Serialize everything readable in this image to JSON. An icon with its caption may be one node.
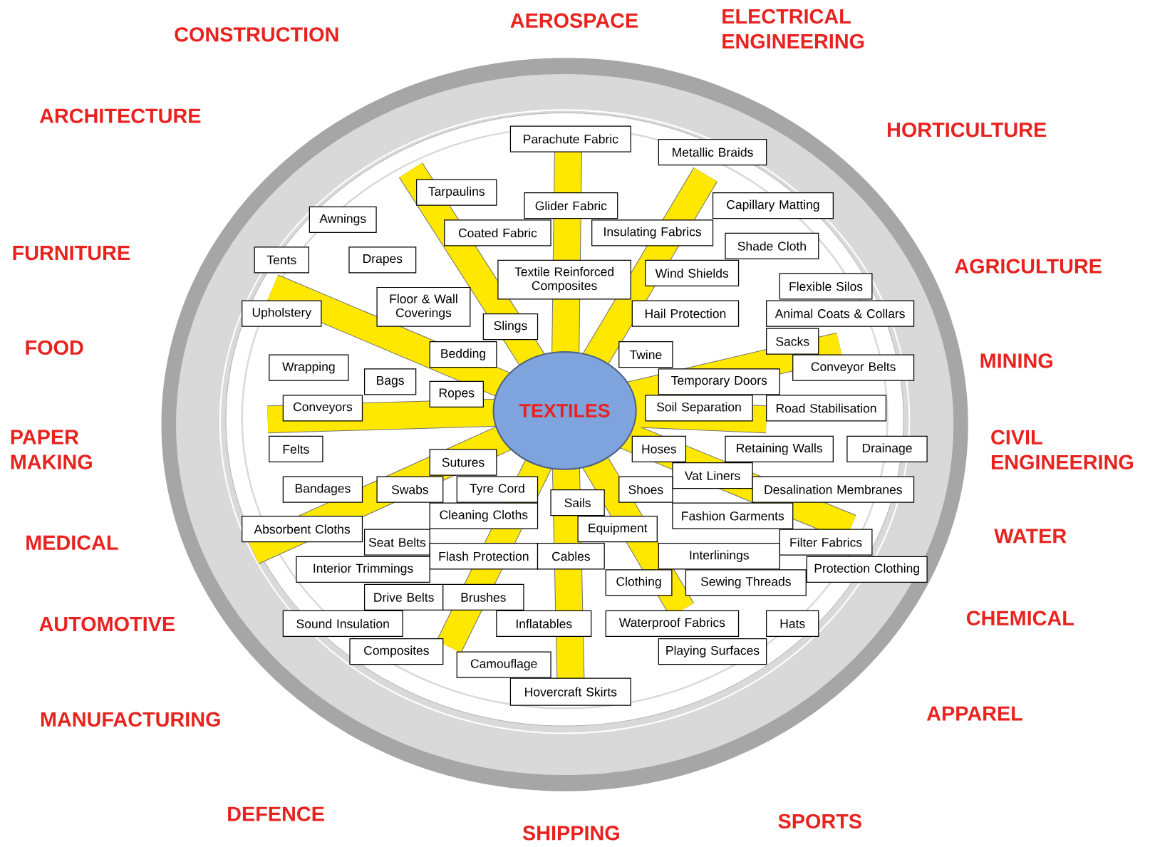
{
  "diagram": {
    "nodes": [
      {
        "text": [
          "TEXTILES"
        ]
      },
      {
        "text": [
          "Parachute Fabric"
        ]
      },
      {
        "text": [
          "Metallic Braids"
        ]
      },
      {
        "text": [
          "Tarpaulins"
        ]
      },
      {
        "text": [
          "Glider Fabric"
        ]
      },
      {
        "text": [
          "Capillary Matting"
        ]
      },
      {
        "text": [
          "Awnings"
        ]
      },
      {
        "text": [
          "Coated Fabric"
        ]
      },
      {
        "text": [
          "Insulating Fabrics"
        ]
      },
      {
        "text": [
          "Shade Cloth"
        ]
      },
      {
        "text": [
          "Tents"
        ]
      },
      {
        "text": [
          "Drapes"
        ]
      },
      {
        "text": [
          "Textile Reinforced Composites"
        ]
      },
      {
        "text": [
          "Wind Shields"
        ]
      },
      {
        "text": [
          "Flexible Silos"
        ]
      },
      {
        "text": [
          "Floor & Wall Coverings"
        ]
      },
      {
        "text": [
          "Upholstery"
        ]
      },
      {
        "text": [
          "Hail Protection"
        ]
      },
      {
        "text": [
          "Animal Coats & Collars"
        ]
      },
      {
        "text": [
          "Slings"
        ]
      },
      {
        "text": [
          "Sacks"
        ]
      },
      {
        "text": [
          "Bedding"
        ]
      },
      {
        "text": [
          "Twine"
        ]
      },
      {
        "text": [
          "Wrapping"
        ]
      },
      {
        "text": [
          "Conveyor Belts"
        ]
      },
      {
        "text": [
          "Bags"
        ]
      },
      {
        "text": [
          "Temporary Doors"
        ]
      },
      {
        "text": [
          "Ropes"
        ]
      },
      {
        "text": [
          "Conveyors"
        ]
      },
      {
        "text": [
          "Soil Separation"
        ]
      },
      {
        "text": [
          "Road Stabilisation"
        ]
      },
      {
        "text": [
          "Felts"
        ]
      },
      {
        "text": [
          "Hoses"
        ]
      },
      {
        "text": [
          "Retaining Walls"
        ]
      },
      {
        "text": [
          "Drainage"
        ]
      },
      {
        "text": [
          "Sutures"
        ]
      },
      {
        "text": [
          "Vat Liners"
        ]
      },
      {
        "text": [
          "Bandages"
        ]
      },
      {
        "text": [
          "Swabs"
        ]
      },
      {
        "text": [
          "Tyre Cord"
        ]
      },
      {
        "text": [
          "Shoes"
        ]
      },
      {
        "text": [
          "Desalination Membranes"
        ]
      },
      {
        "text": [
          "Sails"
        ]
      },
      {
        "text": [
          "Cleaning Cloths"
        ]
      },
      {
        "text": [
          "Fashion Garments"
        ]
      },
      {
        "text": [
          "Absorbent Cloths"
        ]
      },
      {
        "text": [
          "Equipment"
        ]
      },
      {
        "text": [
          "Seat Belts"
        ]
      },
      {
        "text": [
          "Filter Fabrics"
        ]
      },
      {
        "text": [
          "Flash Protection"
        ]
      },
      {
        "text": [
          "Cables"
        ]
      },
      {
        "text": [
          "Interlinings"
        ]
      },
      {
        "text": [
          "Interior Trimmings"
        ]
      },
      {
        "text": [
          "Protection Clothing"
        ]
      },
      {
        "text": [
          "Clothing"
        ]
      },
      {
        "text": [
          "Sewing Threads"
        ]
      },
      {
        "text": [
          "Drive Belts"
        ]
      },
      {
        "text": [
          "Brushes"
        ]
      },
      {
        "text": [
          "Sound Insulation"
        ]
      },
      {
        "text": [
          "Inflatables"
        ]
      },
      {
        "text": [
          "Waterproof Fabrics"
        ]
      },
      {
        "text": [
          "Hats"
        ]
      },
      {
        "text": [
          "Composites"
        ]
      },
      {
        "text": [
          "Playing Surfaces"
        ]
      },
      {
        "text": [
          "Camouflage"
        ]
      },
      {
        "text": [
          "Hovercraft Skirts"
        ]
      }
    ],
    "labels": [
      "AEROSPACE",
      "ELECTRICAL ENGINEERING",
      "CONSTRUCTION",
      "ARCHITECTURE",
      "HORTICULTURE",
      "FURNITURE",
      "AGRICULTURE",
      "FOOD",
      "MINING",
      "PAPER MAKING",
      "CIVIL ENGINEERING",
      "WATER",
      "MEDICAL",
      "CHEMICAL",
      "AUTOMOTIVE",
      "APPAREL",
      "MANUFACTURING",
      "DEFENCE",
      "SPORTS",
      "SHIPPING"
    ]
  }
}
